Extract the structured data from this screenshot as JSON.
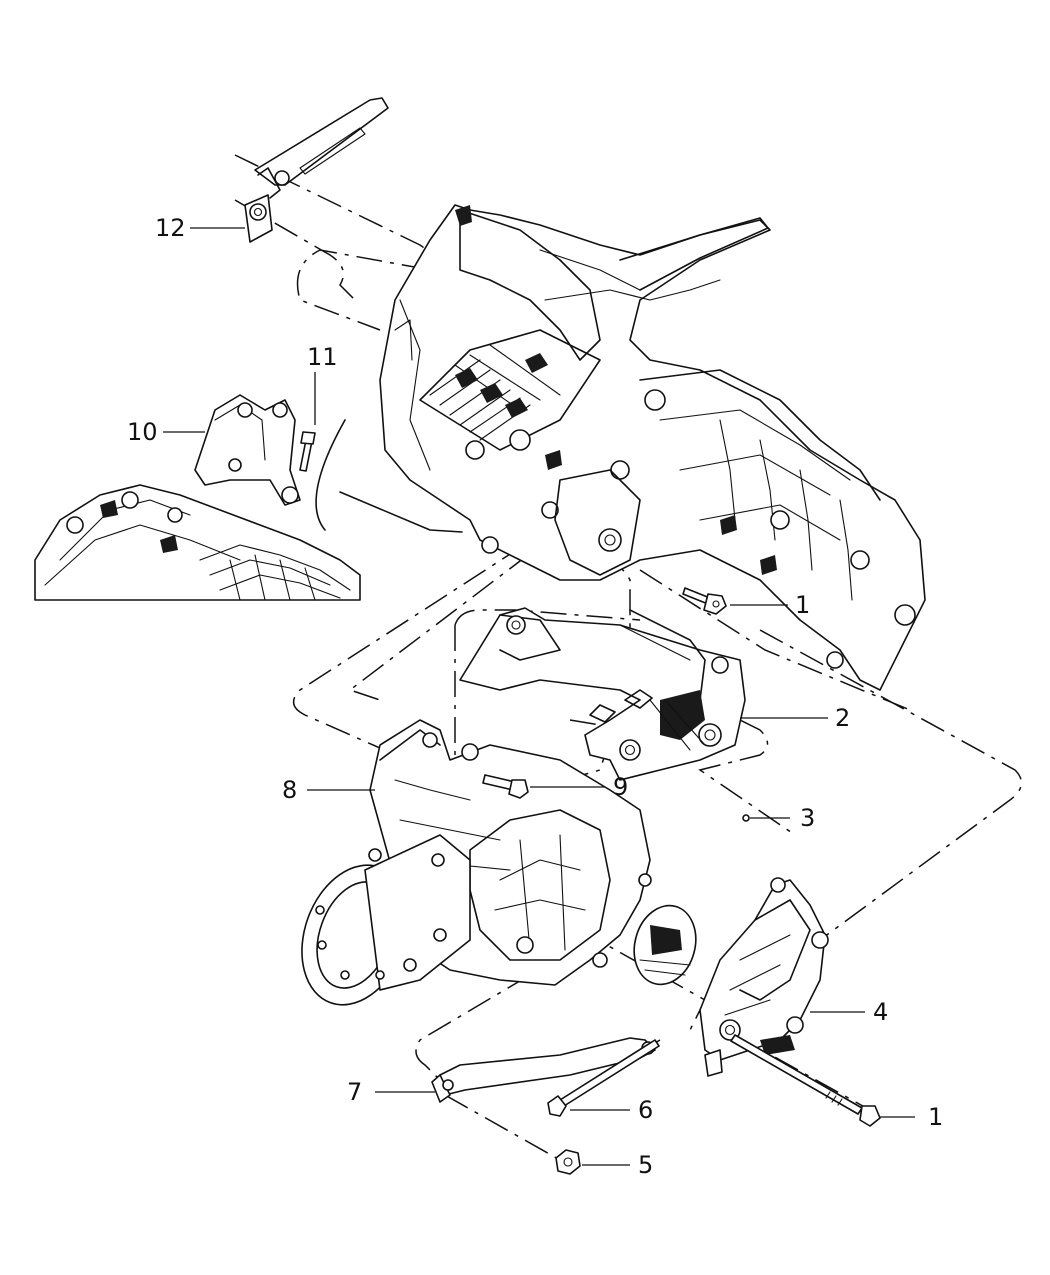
{
  "callouts": [
    {
      "id": "12",
      "label": "12"
    },
    {
      "id": "11",
      "label": "11"
    },
    {
      "id": "10",
      "label": "10"
    },
    {
      "id": "1a",
      "label": "1"
    },
    {
      "id": "2",
      "label": "2"
    },
    {
      "id": "8",
      "label": "8"
    },
    {
      "id": "9",
      "label": "9"
    },
    {
      "id": "3",
      "label": "3"
    },
    {
      "id": "4",
      "label": "4"
    },
    {
      "id": "7",
      "label": "7"
    },
    {
      "id": "6",
      "label": "6"
    },
    {
      "id": "1b",
      "label": "1"
    },
    {
      "id": "5",
      "label": "5"
    }
  ]
}
